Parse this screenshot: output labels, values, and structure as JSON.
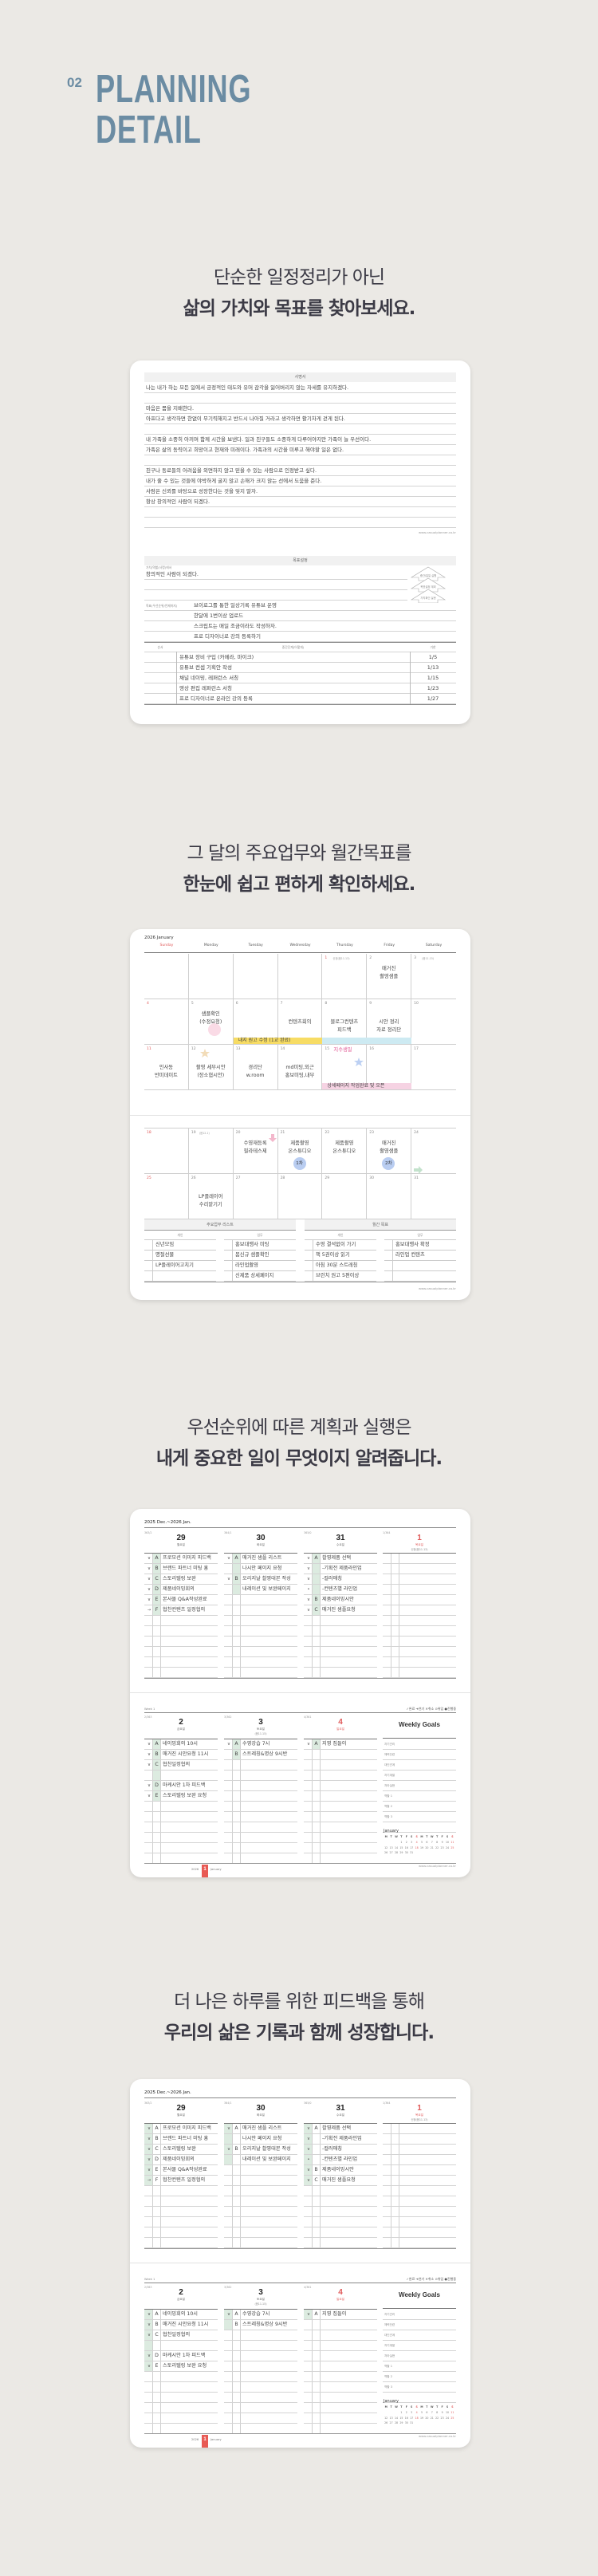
{
  "header": {
    "number": "02",
    "title_line1": "PLANNING",
    "title_line2": "DETAIL"
  },
  "sections": [
    {
      "line1": "단순한 일정정리가 아닌",
      "line2": "삶의 가치와 목표를 찾아보세요."
    },
    {
      "line1": "그 달의 주요업무와 월간목표를",
      "line2": "한눈에 쉽고 편하게 확인하세요."
    },
    {
      "line1": "우선순위에 따른 계획과 실행은",
      "line2": "내게 중요한 일이 무엇이지 알려줍니다."
    },
    {
      "line1": "더 나은 하루를 위한 피드백을 통해",
      "line2": "우리의 삶은 기록과 함께 성장합니다."
    }
  ],
  "website": "www.casualplanner.co.kr",
  "mission": {
    "title": "사명서",
    "lines": [
      "나는 내가 하는 모든 일에서 긍정적인 태도와 유머 감각을 잃어버리지 않는 자세를 유지하겠다.",
      "",
      "마음은 몸을 지배한다.",
      "아프다고 생각하면 한없이 무기력해지고 반드시 나아질 거라고 생각하면 활기차게 걷게 된다.",
      "",
      "내 가족을 소중히 아끼며 함께 시간을 보낸다. 일과 친구들도 소중하게 다루어야지만 가족이 늘 우선이다.",
      "가족은 삶의 동력이고 희망이고 현재와 미래이다. 가족과의 시간을 미루고 해야할 일은 없다.",
      "",
      "친구나 동료들의 어려움을 외면하지 않고 믿을 수 있는 사람으로 인정받고 싶다.",
      "내가 줄 수 있는 것들에 야박하게 굴지 않고 손해가 크지 않는 선에서 도움을 준다.",
      "사람은 신뢰를 바탕으로 성장한다는 것을 잊지 말자.",
      "항상 창의적인 사람이 되겠다.",
      "",
      ""
    ]
  },
  "goal_setting": {
    "title": "목표설정",
    "value_label": "가치/역할(사명)에서",
    "value_rows": [
      "창의적인 사람이 되겠다.",
      "",
      ""
    ],
    "goal_label": "목표(우선순위/언제까지)",
    "goal_rows": [
      "브이로그를 통한 일상기록 유튜브 운영",
      "한달에 1번이상 업로드",
      "스크립트는 매일 조금이라도 작성하자.",
      "프로 디자이너로 강의 등록하기"
    ],
    "pyramid": [
      "중간/일일 실행",
      "목표설정 계획",
      "가치확인 실현"
    ],
    "table_headers": [
      "순서",
      "중간단계(어떻게)",
      "기한"
    ],
    "table_rows": [
      {
        "step": "유튜브 장비 구입 (카메라, 마이크)",
        "due": "1/5"
      },
      {
        "step": "유튜브 컨셉 기획안 작성",
        "due": "1/13"
      },
      {
        "step": "채널 네이밍, 레퍼런스 서칭",
        "due": "1/15"
      },
      {
        "step": "영상 편집 레퍼런스 서칭",
        "due": "1/23"
      },
      {
        "step": "프로 디자이너로 온라인 강의 등록",
        "due": "1/27"
      }
    ]
  },
  "monthly": {
    "title": "2026 January",
    "weekdays": [
      "Sunday",
      "Monday",
      "Tuesday",
      "Wednesday",
      "Thursday",
      "Friday",
      "Saturday"
    ],
    "weeks": [
      [
        {
          "d": ""
        },
        {
          "d": ""
        },
        {
          "d": ""
        },
        {
          "d": ""
        },
        {
          "d": "1",
          "lunar": "신정(음11.13)",
          "red": true
        },
        {
          "d": "2",
          "text": "매거진\n촬영샘플"
        },
        {
          "d": "3",
          "lunar": "(음11.15)"
        }
      ],
      [
        {
          "d": "4",
          "red": true
        },
        {
          "d": "5",
          "text": "샘플확인\n(수정요청)",
          "mark": "pink-circle"
        },
        {
          "d": "6"
        },
        {
          "d": "7",
          "text": "\n컨텐츠회의"
        },
        {
          "d": "8",
          "text": "\n블로그컨텐츠\n피드백"
        },
        {
          "d": "9",
          "text": "\n시안 정리\n자료 정리단"
        },
        {
          "d": "10"
        }
      ],
      [
        {
          "d": "11",
          "red": true,
          "text": "\n인사동\n반미데이트"
        },
        {
          "d": "12",
          "text": "\n촬영 세부시안\n(장소협시안)",
          "mark": "orange-star"
        },
        {
          "d": "13",
          "text": "\n경리단\nw.room"
        },
        {
          "d": "14",
          "text": "\nmd미팅,외근\n홍보미팅,내부"
        },
        {
          "d": "15",
          "note": "지수생일",
          "mark": "blue-star"
        },
        {
          "d": "16"
        },
        {
          "d": "17"
        }
      ],
      [
        {
          "d": "18",
          "red": true
        },
        {
          "d": "19",
          "lunar": "(음12.1)"
        },
        {
          "d": "20",
          "text": "수영재등록\n필라테스제",
          "mark": "pink-arrow"
        },
        {
          "d": "21",
          "text": "제품촬영\n온스튜디오",
          "badge": "1차"
        },
        {
          "d": "22",
          "text": "제품촬영\n온스튜디오"
        },
        {
          "d": "23",
          "text": "매거진\n촬영샘플",
          "badge": "2차"
        },
        {
          "d": "24",
          "mark": "green-arrow"
        }
      ],
      [
        {
          "d": "25",
          "red": true
        },
        {
          "d": "26",
          "text": "\nLP플레이어\n수리맡기기"
        },
        {
          "d": "27"
        },
        {
          "d": "28"
        },
        {
          "d": "29"
        },
        {
          "d": "30"
        },
        {
          "d": "31"
        }
      ]
    ],
    "bars": [
      {
        "week": 1,
        "start": 2,
        "span": 2,
        "color": "#f7dc64",
        "text": "내지 원고 수정 (1교 완료)"
      },
      {
        "week": 1,
        "start": 4,
        "span": 2,
        "color": "#cdeaf2",
        "text": ""
      },
      {
        "week": 2,
        "start": 4,
        "span": 2,
        "color": "#f6d3e3",
        "text": "상세페이지 작업완료 및 오픈"
      }
    ],
    "lists": [
      {
        "title": "주요업무 리스트",
        "cols": [
          {
            "label": "개인",
            "items": [
              "신년모임",
              "명절선물",
              "LP플레이어고치기",
              ""
            ]
          },
          {
            "label": "업무",
            "items": [
              "홍보대행사 미팅",
              "봄신규 샘플확인",
              "라인업촬영",
              "신제품 상세페이지"
            ]
          }
        ]
      },
      {
        "title": "월간 목표",
        "cols": [
          {
            "label": "개인",
            "items": [
              "수영 결석없이 가기",
              "책 5권이상 읽기",
              "아침 30분 스트레칭",
              "브런치 원고 5편이상"
            ]
          },
          {
            "label": "업무",
            "items": [
              "홍보대행사 확정",
              "라인업 컨텐츠",
              "",
              ""
            ]
          }
        ]
      }
    ]
  },
  "weekly": {
    "title": "2025 Dec.~2026 Jan.",
    "top_days": [
      {
        "yd": "363/2",
        "num": "29",
        "dow": "월요일",
        "tasks": [
          [
            "v",
            "A",
            "프로모션 이미지 피드백"
          ],
          [
            "v",
            "B",
            "브랜드 파트너 미팅 홍"
          ],
          [
            "v",
            "C",
            "스토리텔링 보완"
          ],
          [
            "v",
            "D",
            "제품네이밍회의"
          ],
          [
            "v",
            "E",
            "본사몰 Q&A작성완료"
          ],
          [
            "→",
            "F",
            "협찬컨텐츠 일정협의"
          ]
        ]
      },
      {
        "yd": "364/1",
        "num": "30",
        "dow": "화요일",
        "tasks": [
          [
            "v",
            "A",
            "매거진 샘플 리스트"
          ],
          [
            "",
            "",
            "나시안 페이지 요청"
          ],
          [
            "v",
            "B",
            "오리지날 촬영대본 작성"
          ],
          [
            "",
            "",
            "내레이션 및 보완페이지"
          ]
        ]
      },
      {
        "yd": "365/0",
        "num": "31",
        "dow": "수요일",
        "tasks": [
          [
            "v",
            "A",
            "촬영제품 선택"
          ],
          [
            "v",
            "",
            "-기획전 제품라인업"
          ],
          [
            "v",
            "",
            "-컬러매칭"
          ],
          [
            "•",
            "",
            "-컨텐츠별 라인업"
          ],
          [
            "v",
            "B",
            "제품네이밍시안"
          ],
          [
            "v",
            "C",
            "매거진 샘플요청"
          ]
        ]
      },
      {
        "yd": "1/364",
        "num": "1",
        "dow": "목요일",
        "sub": "신정(음11.13)",
        "red": true,
        "tasks": []
      }
    ],
    "week_label": "Week 1",
    "legend": "✓완료 ➜연기 ✕취소 ⊙위임 ●진행중",
    "bottom_days": [
      {
        "yd": "2/363",
        "num": "2",
        "dow": "금요일",
        "tasks": [
          [
            "v",
            "A",
            "네이밍회의 10시"
          ],
          [
            "v",
            "B",
            "매거진 시안요청 11시"
          ],
          [
            "v",
            "C",
            "협찬일정협의"
          ],
          [
            "",
            "",
            ""
          ],
          [
            "v",
            "D",
            "마케시안 1차 피드백"
          ],
          [
            "v",
            "E",
            "스토리텔링 보완 요청"
          ]
        ]
      },
      {
        "yd": "3/362",
        "num": "3",
        "dow": "토요일",
        "sub": "(음11.15)",
        "tasks": [
          [
            "v",
            "A",
            "수영강습 7시"
          ],
          [
            "",
            "B",
            "스트레칭&명상 9시반"
          ]
        ]
      },
      {
        "yd": "4/361",
        "num": "4",
        "dow": "일요일",
        "red": true,
        "tasks": [
          [
            "v",
            "A",
            "지영 집들이"
          ]
        ]
      }
    ],
    "goals_title": "Weekly Goals",
    "goals": [
      "자기관리",
      "체력단련",
      "대인관계",
      "자기계발",
      "자아실현",
      "역할 1",
      "역할 2",
      "역할 3"
    ],
    "mini_month": "January",
    "mini_header": [
      "M",
      "T",
      "W",
      "T",
      "F",
      "S",
      "S",
      "M",
      "T",
      "W",
      "T",
      "F",
      "S",
      "S"
    ],
    "mini_days": [
      "",
      "",
      "",
      "1",
      "2",
      "3",
      "4",
      "5",
      "6",
      "7",
      "8",
      "9",
      "10",
      "11",
      "12",
      "13",
      "14",
      "15",
      "16",
      "17",
      "18",
      "19",
      "20",
      "21",
      "22",
      "23",
      "24",
      "25",
      "26",
      "27",
      "28",
      "29",
      "30",
      "31"
    ],
    "footer_year": "2026",
    "footer_month_num": "1",
    "footer_month": "January"
  },
  "colors": {
    "accent": "#6b8ca3",
    "holiday": "#e05a5a",
    "highlight": "#dcebe0",
    "background": "#ebe9e5"
  }
}
